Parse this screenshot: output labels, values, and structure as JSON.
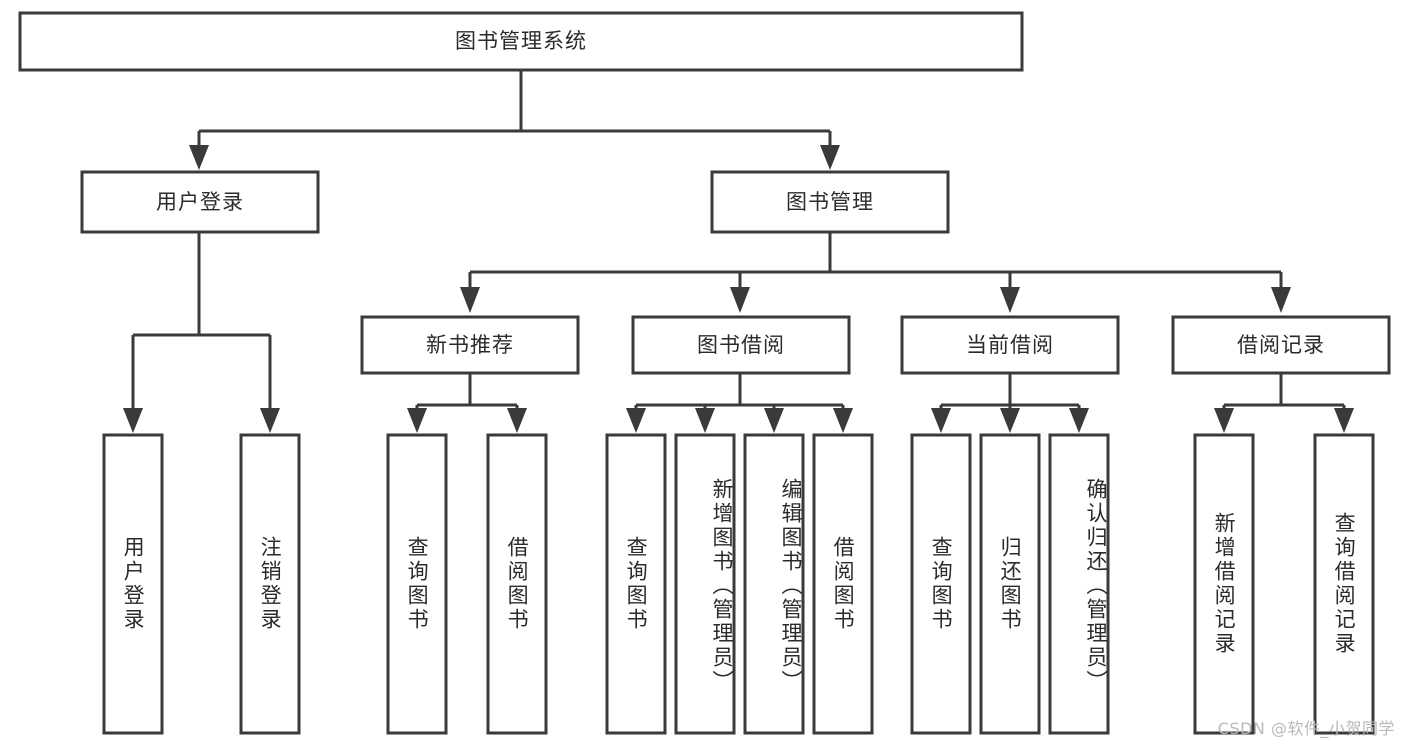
{
  "diagram": {
    "type": "hierarchy-tree",
    "title": "图书管理系统",
    "root": {
      "id": "root",
      "label": "图书管理系统"
    },
    "level1": [
      {
        "id": "user-login",
        "label": "用户登录"
      },
      {
        "id": "book-management",
        "label": "图书管理"
      }
    ],
    "level2": [
      {
        "id": "new-book-recommend",
        "label": "新书推荐",
        "parent": "book-management"
      },
      {
        "id": "book-borrow",
        "label": "图书借阅",
        "parent": "book-management"
      },
      {
        "id": "current-borrow",
        "label": "当前借阅",
        "parent": "book-management"
      },
      {
        "id": "borrow-record",
        "label": "借阅记录",
        "parent": "book-management"
      }
    ],
    "leaves": {
      "user_login": [
        {
          "id": "leaf-user-login",
          "label": "用户登录"
        },
        {
          "id": "leaf-user-logout",
          "label": "注销登录"
        }
      ],
      "new_book_recommend": [
        {
          "id": "leaf-query-book-1",
          "label": "查询图书"
        },
        {
          "id": "leaf-borrow-book-1",
          "label": "借阅图书"
        }
      ],
      "book_borrow": [
        {
          "id": "leaf-query-book-2",
          "label": "查询图书"
        },
        {
          "id": "leaf-add-book",
          "label": "新增图书（管理员）"
        },
        {
          "id": "leaf-edit-book",
          "label": "编辑图书（管理员）"
        },
        {
          "id": "leaf-borrow-book-2",
          "label": "借阅图书"
        }
      ],
      "current_borrow": [
        {
          "id": "leaf-query-book-3",
          "label": "查询图书"
        },
        {
          "id": "leaf-return-book",
          "label": "归还图书"
        },
        {
          "id": "leaf-confirm-return",
          "label": "确认归还（管理员）"
        }
      ],
      "borrow_record": [
        {
          "id": "leaf-add-record",
          "label": "新增借阅记录"
        },
        {
          "id": "leaf-query-record",
          "label": "查询借阅记录"
        }
      ]
    }
  },
  "watermark": {
    "text": "CSDN @软件_小贺同学"
  },
  "colors": {
    "stroke": "#3a3a3a",
    "fill": "#ffffff",
    "text": "#2b2b2b",
    "watermark": "#b9b9b9"
  }
}
